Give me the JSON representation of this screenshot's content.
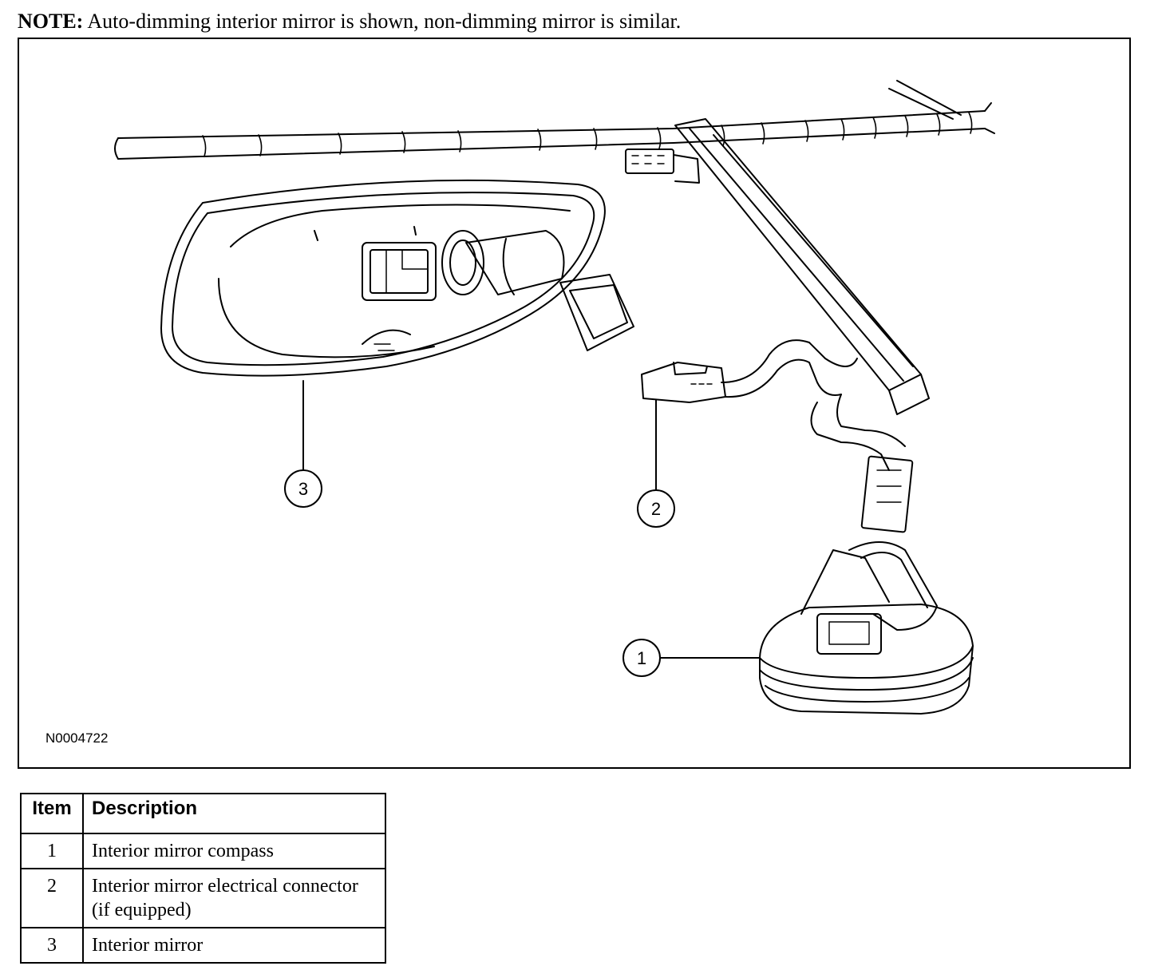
{
  "note": {
    "label": "NOTE:",
    "text": " Auto-dimming interior mirror is shown, non-dimming mirror is similar."
  },
  "figure": {
    "id": "N0004722",
    "callouts": [
      "1",
      "2",
      "3"
    ]
  },
  "table": {
    "headers": [
      "Item",
      "Description"
    ],
    "rows": [
      {
        "item": "1",
        "description": "Interior mirror compass"
      },
      {
        "item": "2",
        "description": "Interior mirror electrical connector (if equipped)"
      },
      {
        "item": "3",
        "description": "Interior mirror"
      }
    ]
  }
}
